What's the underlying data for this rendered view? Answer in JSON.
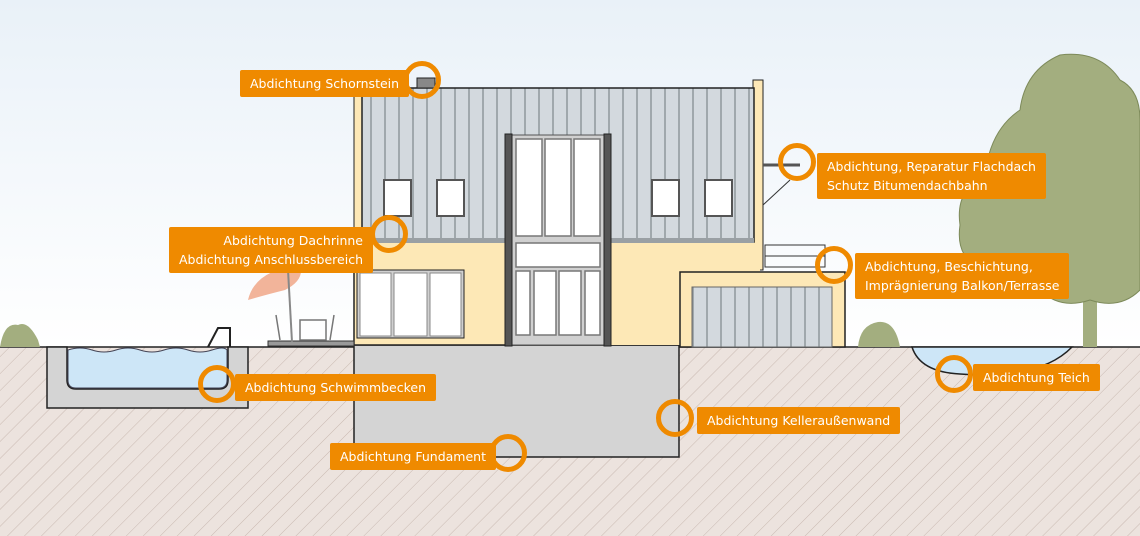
{
  "colors": {
    "accent": "#ef8a00",
    "roof": "#d3d9de",
    "wall": "#fde8b6",
    "ground": "#ece3de",
    "water": "#cde6f7",
    "concrete": "#d4d4d4",
    "tree": "#a3ae7f"
  },
  "labels": {
    "schornstein": "Abdichtung Schornstein",
    "dachrinne_1": "Abdichtung Dachrinne",
    "dachrinne_2": "Abdichtung Anschlussbereich",
    "flachdach_1": "Abdichtung, Reparatur Flachdach",
    "flachdach_2": "Schutz Bitumendachbahn",
    "balkon_1": "Abdichtung, Beschichtung,",
    "balkon_2": "Imprägnierung Balkon/Terrasse",
    "schwimmbecken": "Abdichtung Schwimmbecken",
    "kellerwand": "Abdichtung Kelleraußenwand",
    "fundament": "Abdichtung Fundament",
    "teich": "Abdichtung Teich"
  }
}
